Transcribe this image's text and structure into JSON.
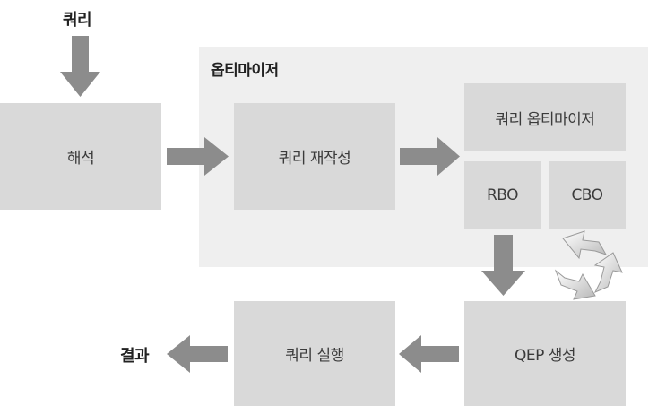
{
  "input_label": "쿼리",
  "output_label": "결과",
  "optimizer": {
    "title": "옵티마이저",
    "query_optimizer": "쿼리 옵티마이저",
    "rbo": "RBO",
    "cbo": "CBO"
  },
  "steps": {
    "parse": "해석",
    "rewrite": "쿼리 재작성",
    "qep": "QEP 생성",
    "execute": "쿼리 실행"
  },
  "colors": {
    "box": "#d9d9d9",
    "panel": "#efefef",
    "arrow": "#8c8c8c"
  },
  "icons": [
    "arrow-down-icon",
    "arrow-right-icon",
    "arrow-left-icon",
    "cycle-icon"
  ]
}
